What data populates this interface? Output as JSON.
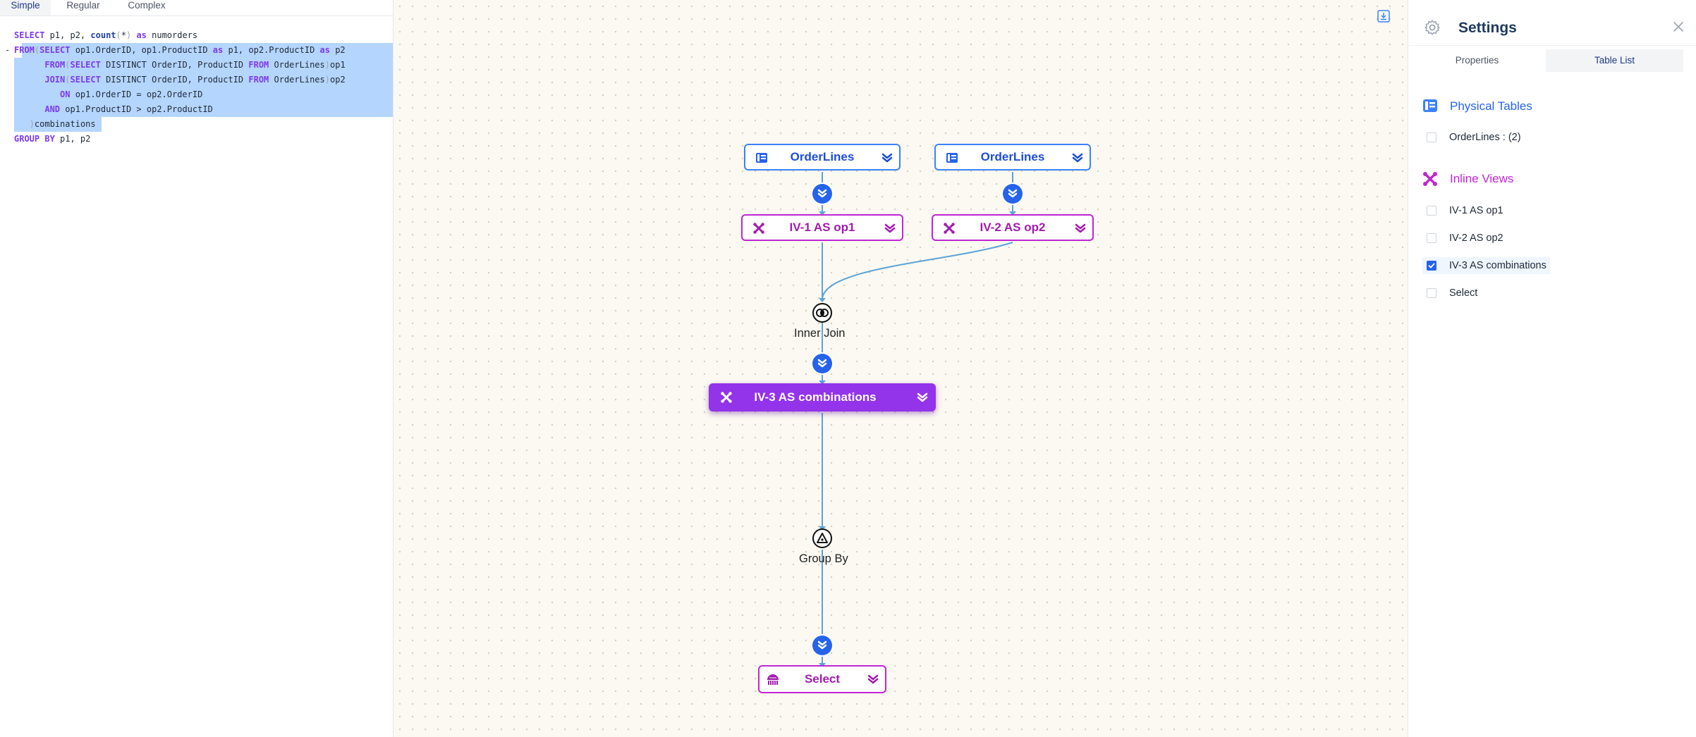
{
  "editor": {
    "tabs": [
      "Simple",
      "Regular",
      "Complex"
    ],
    "lines": [
      {
        "gutter": "",
        "tokens": [
          [
            "kw",
            "SELECT"
          ],
          [
            "t",
            " p1, p2, "
          ],
          [
            "fn",
            "count"
          ],
          [
            "pun",
            "("
          ],
          [
            "t",
            "*"
          ],
          [
            "pun",
            ")"
          ],
          [
            "t",
            " "
          ],
          [
            "kw",
            "as"
          ],
          [
            "t",
            " numorders"
          ]
        ]
      },
      {
        "gutter": "-",
        "tokens": [
          [
            "kw",
            "FROM"
          ],
          [
            "pun",
            "("
          ],
          [
            "kw",
            "SELECT"
          ],
          [
            "t",
            " op1.OrderID, op1.ProductID "
          ],
          [
            "kw",
            "as"
          ],
          [
            "t",
            " p1, op2.ProductID "
          ],
          [
            "kw",
            "as"
          ],
          [
            "t",
            " p2"
          ]
        ]
      },
      {
        "gutter": "",
        "tokens": [
          [
            "t",
            "      "
          ],
          [
            "kw",
            "FROM"
          ],
          [
            "pun",
            "("
          ],
          [
            "kw",
            "SELECT"
          ],
          [
            "t",
            " DISTINCT OrderID, ProductID "
          ],
          [
            "kw",
            "FROM"
          ],
          [
            "t",
            " OrderLines"
          ],
          [
            "pun",
            ")"
          ],
          [
            "t",
            "op1"
          ]
        ]
      },
      {
        "gutter": "",
        "tokens": [
          [
            "t",
            "      "
          ],
          [
            "kw",
            "JOIN"
          ],
          [
            "pun",
            "("
          ],
          [
            "kw",
            "SELECT"
          ],
          [
            "t",
            " DISTINCT OrderID, ProductID "
          ],
          [
            "kw",
            "FROM"
          ],
          [
            "t",
            " OrderLines"
          ],
          [
            "pun",
            ")"
          ],
          [
            "t",
            "op2"
          ]
        ]
      },
      {
        "gutter": "",
        "tokens": [
          [
            "t",
            "         "
          ],
          [
            "kw",
            "ON"
          ],
          [
            "t",
            " op1.OrderID = op2.OrderID"
          ]
        ]
      },
      {
        "gutter": "",
        "tokens": [
          [
            "t",
            "      "
          ],
          [
            "kw",
            "AND"
          ],
          [
            "t",
            " op1.ProductID > op2.ProductID"
          ]
        ]
      },
      {
        "gutter": "",
        "tokens": [
          [
            "t",
            "   "
          ],
          [
            "pun",
            ")"
          ],
          [
            "t",
            "combinations"
          ]
        ]
      },
      {
        "gutter": "",
        "tokens": [
          [
            "kw",
            "GROUP BY"
          ],
          [
            "t",
            " p1, p2"
          ]
        ]
      }
    ]
  },
  "canvas": {
    "nodes": {
      "orderlines_1": "OrderLines",
      "orderlines_2": "OrderLines",
      "iv1": "IV-1 AS op1",
      "iv2": "IV-2 AS op2",
      "iv3": "IV-3 AS combinations",
      "select": "Select"
    },
    "operators": {
      "inner_join": "Inner Join",
      "group_by": "Group By"
    }
  },
  "settings": {
    "title": "Settings",
    "tabs": {
      "properties": "Properties",
      "table_list": "Table List"
    },
    "physical_tables": {
      "title": "Physical Tables",
      "items": [
        {
          "label": "OrderLines : (2)",
          "checked": false
        }
      ]
    },
    "inline_views": {
      "title": "Inline Views",
      "items": [
        {
          "label": "IV-1 AS op1",
          "checked": false
        },
        {
          "label": "IV-2 AS op2",
          "checked": false
        },
        {
          "label": "IV-3 AS combinations",
          "checked": true
        },
        {
          "label": "Select",
          "checked": false
        }
      ]
    }
  },
  "colors": {
    "table_blue": "#3b82f6",
    "inline_view_purple": "#c026d3",
    "active_node": "#9333ea",
    "connector": "#2563eb",
    "selection": "#b4d5fe",
    "canvas_bg": "#fbf9f1"
  }
}
